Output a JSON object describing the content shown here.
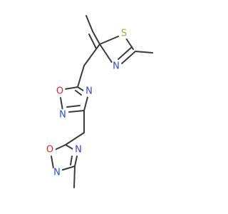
{
  "molecule": {
    "atoms": [
      {
        "id": "S1",
        "symbol": "S",
        "color": "#b5a642"
      },
      {
        "id": "N_thz",
        "symbol": "N",
        "color": "#2a4bd7"
      },
      {
        "id": "O_top",
        "symbol": "O",
        "color": "#e8212b"
      },
      {
        "id": "N_top",
        "symbol": "N",
        "color": "#2a4bd7"
      },
      {
        "id": "N_top2",
        "symbol": "N",
        "color": "#2a4bd7"
      },
      {
        "id": "O_bot",
        "symbol": "O",
        "color": "#e8212b"
      },
      {
        "id": "N_bot",
        "symbol": "N",
        "color": "#2a4bd7"
      },
      {
        "id": "N_bot2",
        "symbol": "N",
        "color": "#2a4bd7"
      }
    ],
    "bond_color": "#3a3a3a",
    "background": "#ffffff"
  }
}
